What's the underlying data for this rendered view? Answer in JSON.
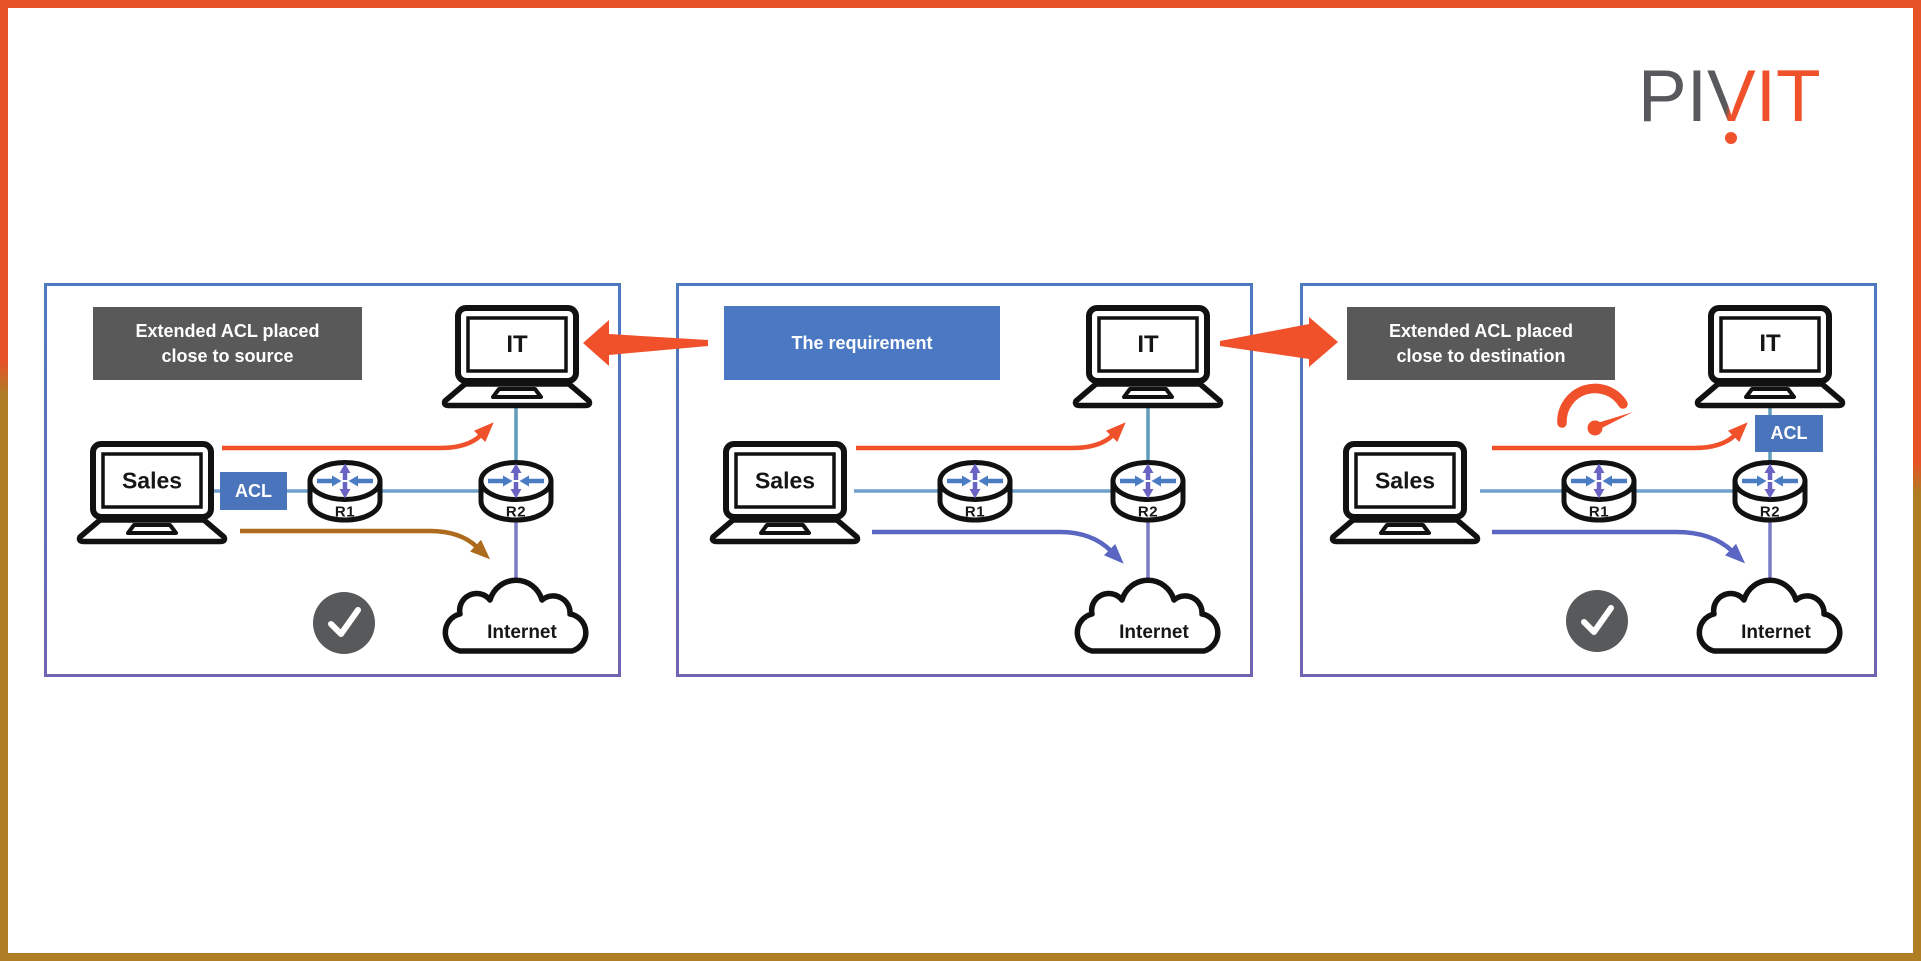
{
  "brand": {
    "prefix": "PI",
    "v": "V",
    "suffix": "IT"
  },
  "colors": {
    "frame_orange": "#E85229",
    "frame_olive": "#AF7D24",
    "panel_border_top": "#4B7AC1",
    "panel_border_bottom": "#7064B0",
    "caption_gray": "#595959",
    "accent_blue": "#4A78C2",
    "arrow_orange": "#F0512A",
    "arrow_brown": "#AD6B1E",
    "arrow_blue": "#5A66C1",
    "line_blue": "#6FA0CC",
    "line_teal": "#5F9CBC",
    "line_purple": "#7B7CC5",
    "check_gray": "#58595B"
  },
  "panels": [
    {
      "caption_line1": "Extended ACL placed",
      "caption_line2": "close to source",
      "acl_label": "ACL",
      "sales": "Sales",
      "it": "IT",
      "r1": "R1",
      "r2": "R2",
      "internet": "Internet",
      "approved": true
    },
    {
      "caption_line1": "The requirement",
      "caption_line2": "",
      "sales": "Sales",
      "it": "IT",
      "r1": "R1",
      "r2": "R2",
      "internet": "Internet",
      "approved": false
    },
    {
      "caption_line1": "Extended ACL placed",
      "caption_line2": "close to destination",
      "acl_label": "ACL",
      "sales": "Sales",
      "it": "IT",
      "r1": "R1",
      "r2": "R2",
      "internet": "Internet",
      "approved": true
    }
  ]
}
